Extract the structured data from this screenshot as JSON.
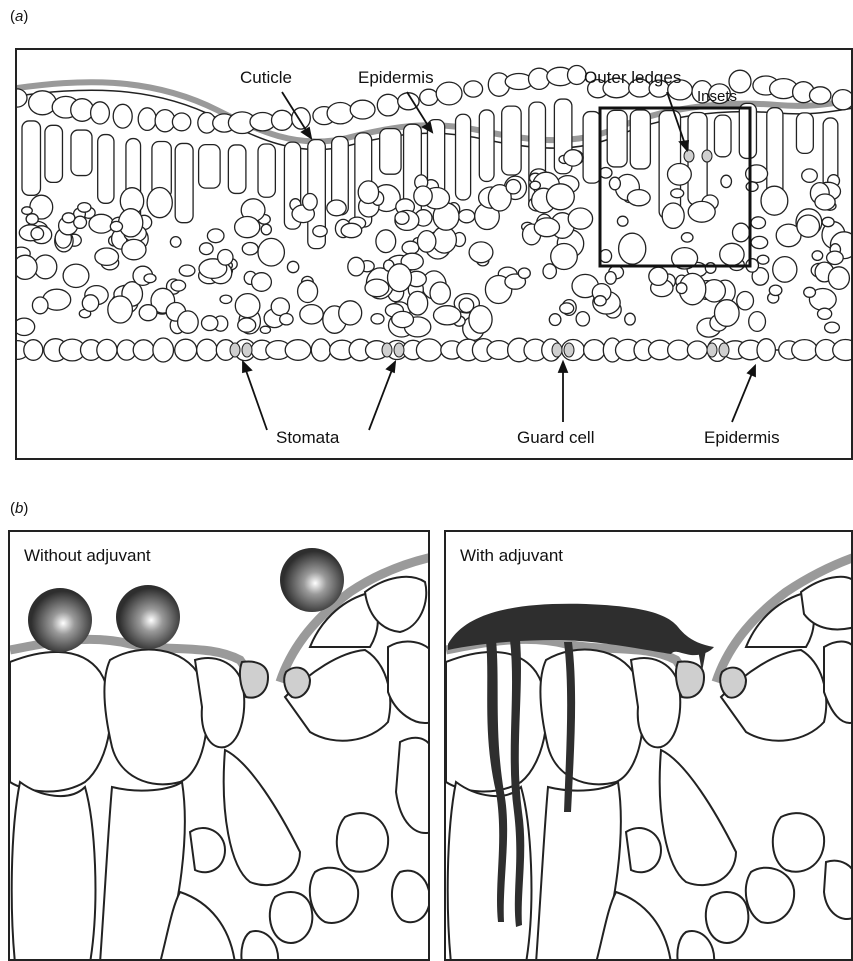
{
  "panel_a": {
    "label_open": "(",
    "label_letter": "a",
    "label_close": ")",
    "labels": {
      "cuticle": "Cuticle",
      "epidermis_top": "Epidermis",
      "outer_ledges": "Outer ledges",
      "insets": "Insets",
      "stomata": "Stomata",
      "guard_cell": "Guard cell",
      "epidermis_bottom": "Epidermis"
    }
  },
  "panel_b": {
    "label_open": "(",
    "label_letter": "b",
    "label_close": ")",
    "left_title": "Without adjuvant",
    "right_title": "With adjuvant"
  },
  "colors": {
    "cuticle": "#9a9a9a",
    "guard_cell": "#cfcfcf",
    "droplet": "#2e2e2e",
    "outline": "#222222"
  }
}
